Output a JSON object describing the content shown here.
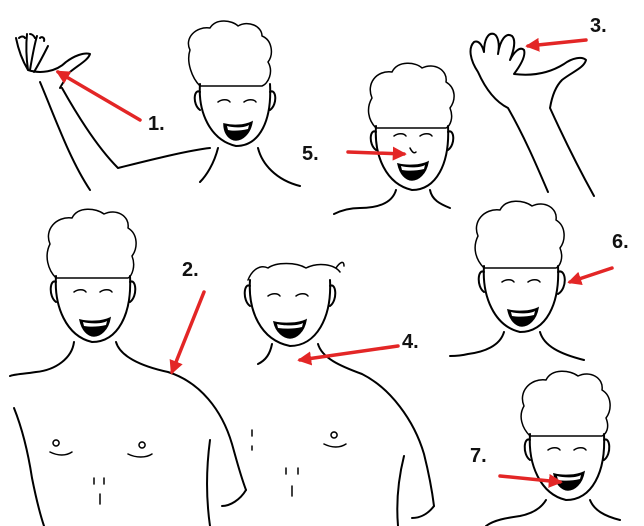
{
  "colors": {
    "arrow": "#e32626",
    "ink": "#000000",
    "background": "#ffffff"
  },
  "labels": {
    "l1": "1.",
    "l2": "2.",
    "l3": "3.",
    "l4": "4.",
    "l5": "5.",
    "l6": "6.",
    "l7": "7."
  }
}
